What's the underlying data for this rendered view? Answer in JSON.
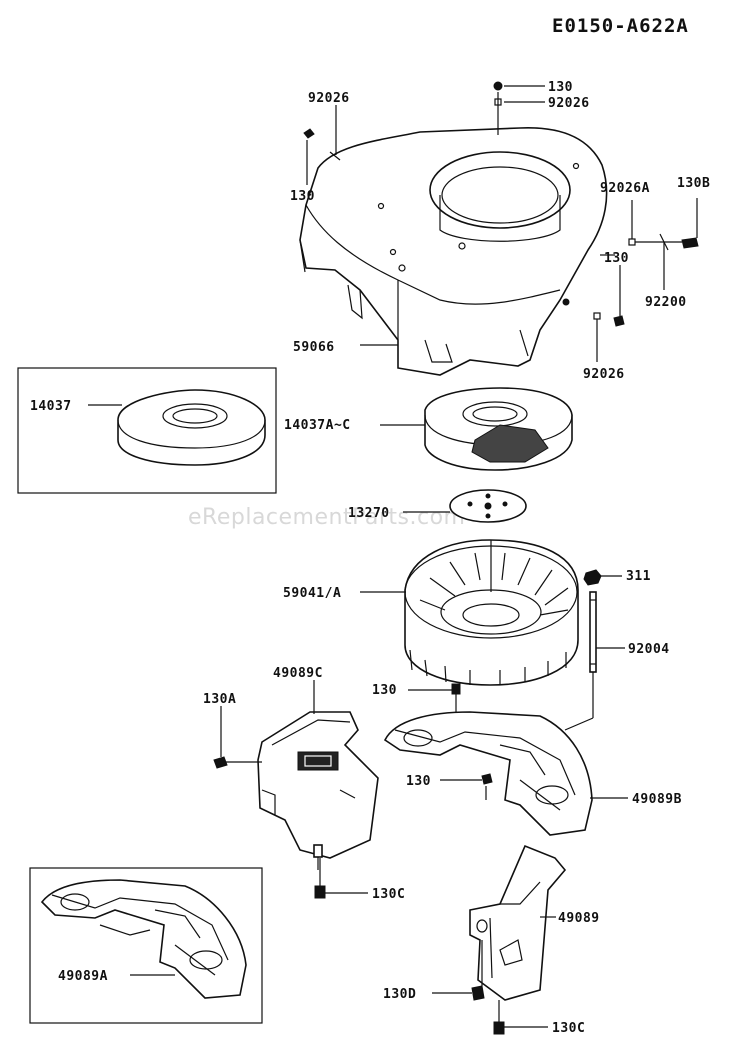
{
  "diagram_code": "E0150-A622A",
  "watermark": "eReplacementParts.com",
  "callouts": {
    "c130_top": "130",
    "c92026_top": "92026",
    "c92026_left": "92026",
    "c130_left": "130",
    "c92026a": "92026A",
    "c130b": "130B",
    "c130_right": "130",
    "c92200": "92200",
    "c59066": "59066",
    "c92026_bottom": "92026",
    "c14037": "14037",
    "c14037ac": "14037A~C",
    "c13270": "13270",
    "c311": "311",
    "c59041a": "59041/A",
    "c92004": "92004",
    "c49089c": "49089C",
    "c130_mid": "130",
    "c130a": "130A",
    "c130_lower": "130",
    "c49089b": "49089B",
    "c130c_mid": "130C",
    "c49089": "49089",
    "c49089a": "49089A",
    "c130d": "130D",
    "c130c_bottom": "130C"
  }
}
